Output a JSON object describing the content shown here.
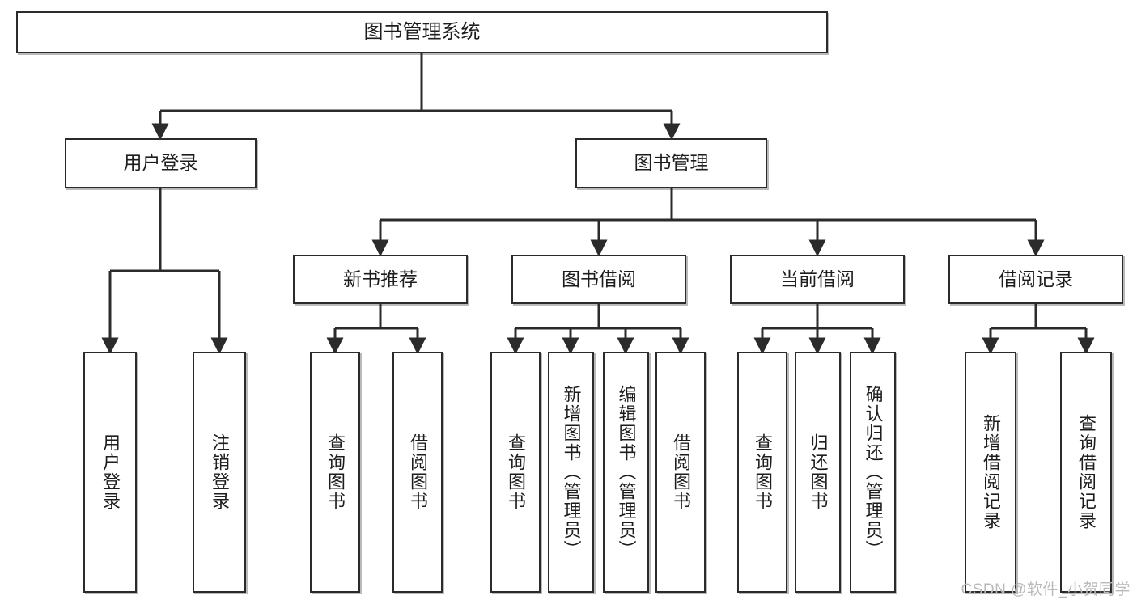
{
  "diagram": {
    "title": "图书管理系统",
    "type": "tree-hierarchy",
    "watermark": "CSDN @软件_小贺同学",
    "colors": {
      "box_border": "#2b2b2b",
      "box_fill": "#ffffff",
      "edge": "#2b2b2b",
      "text": "#1d1d1d",
      "watermark": "#b9b9b9"
    },
    "nodes": {
      "root": "图书管理系统",
      "level2": {
        "user_login": "用户登录",
        "book_manage": "图书管理"
      },
      "level3": {
        "new_book_rec": "新书推荐",
        "book_borrow": "图书借阅",
        "current_borrow": "当前借阅",
        "borrow_record": "借阅记录"
      },
      "leaves": {
        "user_login_1": "用户登录",
        "user_login_2": "注销登录",
        "new_book_rec_1": "查询图书",
        "new_book_rec_2": "借阅图书",
        "book_borrow_1": "查询图书",
        "book_borrow_2": "新增图书（管理员）",
        "book_borrow_3": "编辑图书（管理员）",
        "book_borrow_4": "借阅图书",
        "current_borrow_1": "查询图书",
        "current_borrow_2": "归还图书",
        "current_borrow_3": "确认归还（管理员）",
        "borrow_record_1": "新增借阅记录",
        "borrow_record_2": "查询借阅记录"
      }
    }
  }
}
